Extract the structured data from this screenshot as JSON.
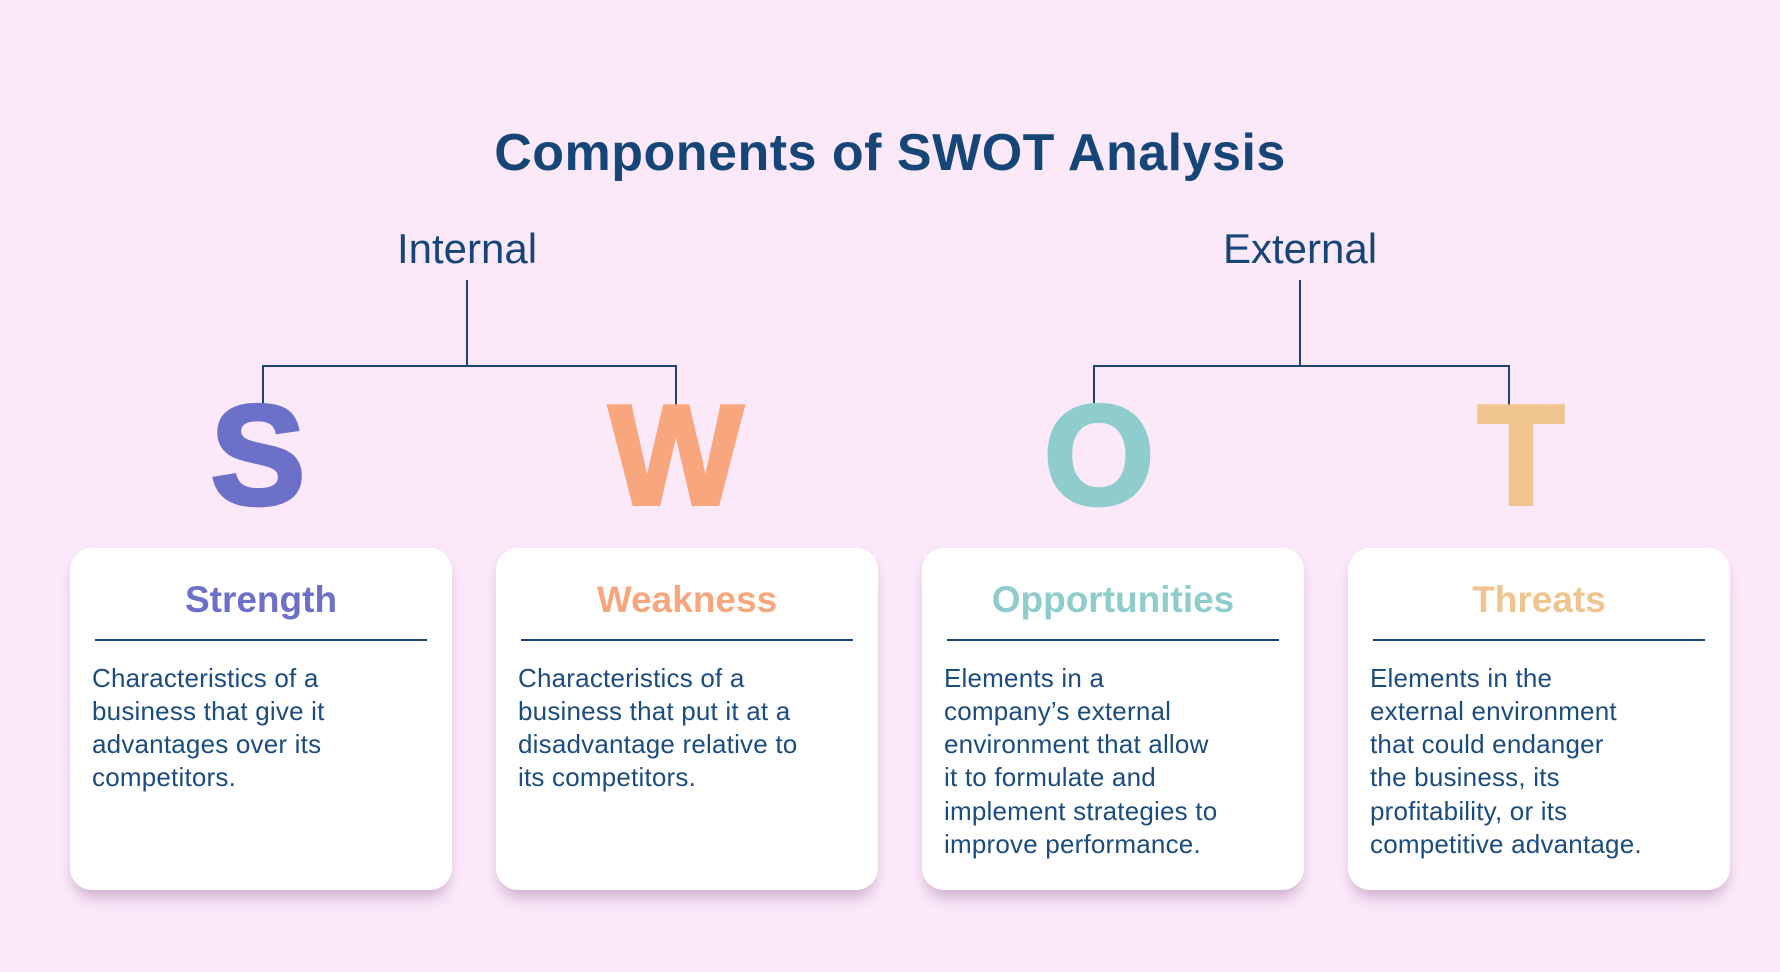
{
  "title": "Components of SWOT Analysis",
  "branches": [
    {
      "label": "Internal"
    },
    {
      "label": "External"
    }
  ],
  "letters": [
    {
      "char": "S",
      "color": "#6C70C9"
    },
    {
      "char": "W",
      "color": "#F8A67E"
    },
    {
      "char": "O",
      "color": "#8FCDCC"
    },
    {
      "char": "T",
      "color": "#F0C48F"
    }
  ],
  "cards": [
    {
      "heading": "Strength",
      "color": "#6C70C9",
      "body_lines": [
        "Characteristics of a",
        "business that give it",
        "advantages over its",
        "competitors."
      ]
    },
    {
      "heading": "Weakness",
      "color": "#F8A67E",
      "body_lines": [
        "Characteristics of a",
        "business that put it at a",
        "disadvantage relative to",
        "its competitors."
      ]
    },
    {
      "heading": "Opportunities",
      "color": "#8FCDCC",
      "body_lines": [
        "Elements in a",
        "company’s external",
        "environment that allow",
        "it to formulate and",
        "implement strategies to",
        "improve performance."
      ]
    },
    {
      "heading": "Threats",
      "color": "#F0C48F",
      "body_lines": [
        "Elements in the",
        "external environment",
        "that could endanger",
        "the business, its",
        "profitability, or its",
        "competitive advantage."
      ]
    }
  ],
  "colors": {
    "background": "#FBE9FA",
    "card_background": "#FFFFFF",
    "heading_text": "#164577",
    "body_text": "#1B4C7E",
    "connector": "#1C4576",
    "divider": "#1C4576"
  }
}
